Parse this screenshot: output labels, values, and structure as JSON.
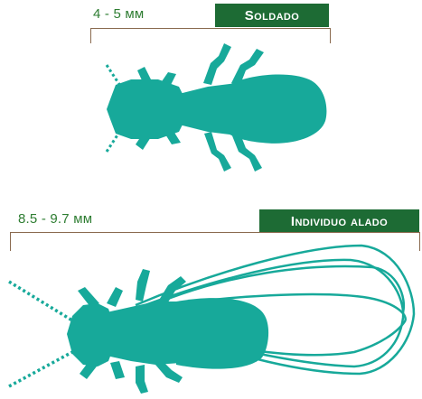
{
  "soldier": {
    "size": "4 - 5 мм",
    "label": "Soldado"
  },
  "winged": {
    "size": "8.5 - 9.7 мм",
    "label": "Individuo alado"
  },
  "colors": {
    "insect": "#17a99a",
    "badge": "#1d6b34",
    "size_text": "#2e7d32",
    "bracket": "#8a6a4f"
  }
}
